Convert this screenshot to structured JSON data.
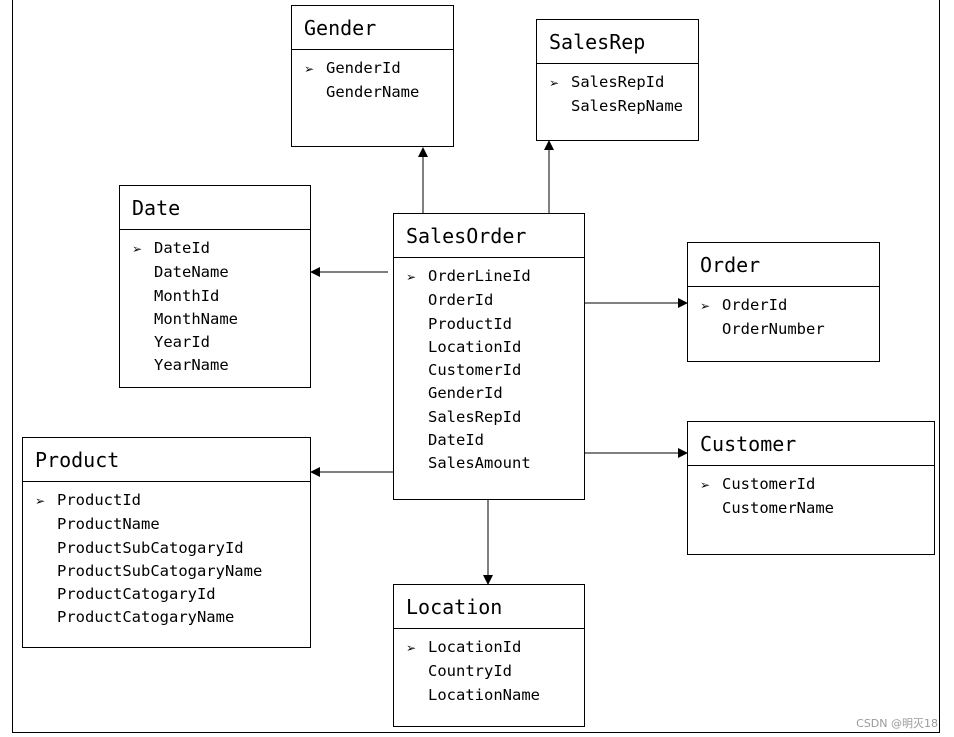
{
  "entities": {
    "gender": {
      "title": "Gender",
      "fields": [
        "GenderId",
        "GenderName"
      ]
    },
    "salesrep": {
      "title": "SalesRep",
      "fields": [
        "SalesRepId",
        "SalesRepName"
      ]
    },
    "date": {
      "title": "Date",
      "fields": [
        "DateId",
        "DateName",
        "MonthId",
        "MonthName",
        "YearId",
        "YearName"
      ]
    },
    "salesorder": {
      "title": "SalesOrder",
      "fields": [
        "OrderLineId",
        "OrderId",
        "ProductId",
        "LocationId",
        "CustomerId",
        "GenderId",
        "SalesRepId",
        "DateId",
        "SalesAmount"
      ]
    },
    "order": {
      "title": "Order",
      "fields": [
        "OrderId",
        "OrderNumber"
      ]
    },
    "product": {
      "title": "Product",
      "fields": [
        "ProductId",
        "ProductName",
        "ProductSubCatogaryId",
        "ProductSubCatogaryName",
        "ProductCatogaryId",
        "ProductCatogaryName"
      ]
    },
    "customer": {
      "title": "Customer",
      "fields": [
        "CustomerId",
        "CustomerName"
      ]
    },
    "location": {
      "title": "Location",
      "fields": [
        "LocationId",
        "CountryId",
        "LocationName"
      ]
    }
  },
  "watermark": "CSDN @明灭18"
}
